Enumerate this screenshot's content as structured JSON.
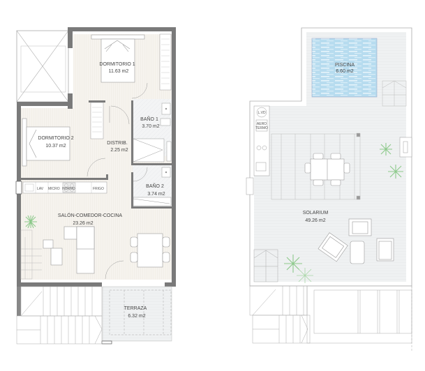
{
  "plans": {
    "ground_floor": {
      "rooms": [
        {
          "name": "DORMITORIO 1",
          "area": "11.63 m2"
        },
        {
          "name": "DORMITORIO 2",
          "area": "10.37 m2"
        },
        {
          "name": "DISTRIB.",
          "area": "2.25 m2"
        },
        {
          "name": "BAÑO 1",
          "area": "3.70 m2"
        },
        {
          "name": "BAÑO 2",
          "area": "3.74 m2"
        },
        {
          "name": "SALÓN-COMEDOR-COCINA",
          "area": "23.26 m2"
        },
        {
          "name": "TERRAZA",
          "area": "6.32 m2"
        }
      ],
      "kitchen_labels": [
        "LAV",
        "MICRO",
        "HORNO",
        "FRIGO"
      ]
    },
    "roof_floor": {
      "rooms": [
        {
          "name": "PISCINA",
          "area": "6.60 m2"
        },
        {
          "name": "SOLARIUM",
          "area": "49.26 m2"
        }
      ],
      "equipment_labels": [
        "L.VD",
        "AERO",
        "TERMO"
      ]
    }
  },
  "colors": {
    "wall": "#777777",
    "floor": "#f4f1ec",
    "line": "#9a9a9a",
    "pool": "#a9d3ea",
    "plant": "#8cc98a",
    "deck": "#eef0f1"
  }
}
